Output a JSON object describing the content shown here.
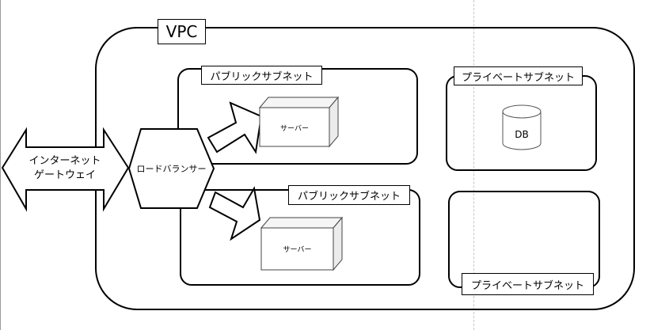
{
  "vpc": {
    "label": "VPC"
  },
  "internet_gateway": {
    "line1": "インターネット",
    "line2": "ゲートウェイ"
  },
  "load_balancer": {
    "label": "ロードバランサー"
  },
  "subnets": {
    "public_top": {
      "label": "パブリックサブネット"
    },
    "public_bottom": {
      "label": "パブリックサブネット"
    },
    "private_top": {
      "label": "プライベートサブネット"
    },
    "private_bottom": {
      "label": "プライベートサブネット"
    }
  },
  "servers": {
    "top": {
      "label": "サーバー"
    },
    "bottom": {
      "label": "サーバー"
    }
  },
  "database": {
    "label": "DB"
  },
  "colors": {
    "stroke": "#000000",
    "box_face": "#ffffff",
    "box_side": "#f0f0f0",
    "box_top": "#f5f5f5"
  }
}
